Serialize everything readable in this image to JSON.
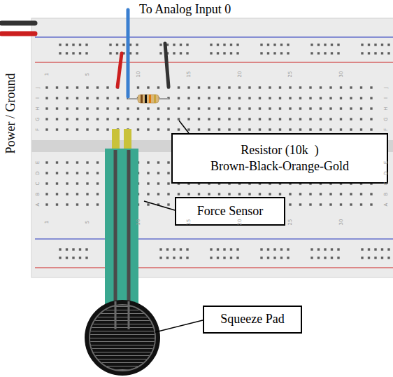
{
  "diagram": {
    "nodes": [
      {
        "text": [
          "Resistor (10k  )",
          "Brown-Black-Orange-Gold"
        ]
      },
      {
        "text": [
          "Force Sensor"
        ]
      },
      {
        "text": [
          "Squeeze Pad"
        ]
      }
    ],
    "labels": [
      "To Analog Input 0",
      "Power / Ground",
      "1",
      "5",
      "10",
      "15",
      "20",
      "25",
      "30",
      "J",
      "I",
      "H",
      "G",
      "F",
      "J",
      "I",
      "H",
      "G",
      "F",
      "E",
      "D",
      "C",
      "B",
      "A",
      "E",
      "D",
      "C",
      "B",
      "A",
      "1",
      "5",
      "10",
      "15",
      "20",
      "25",
      "30"
    ]
  }
}
